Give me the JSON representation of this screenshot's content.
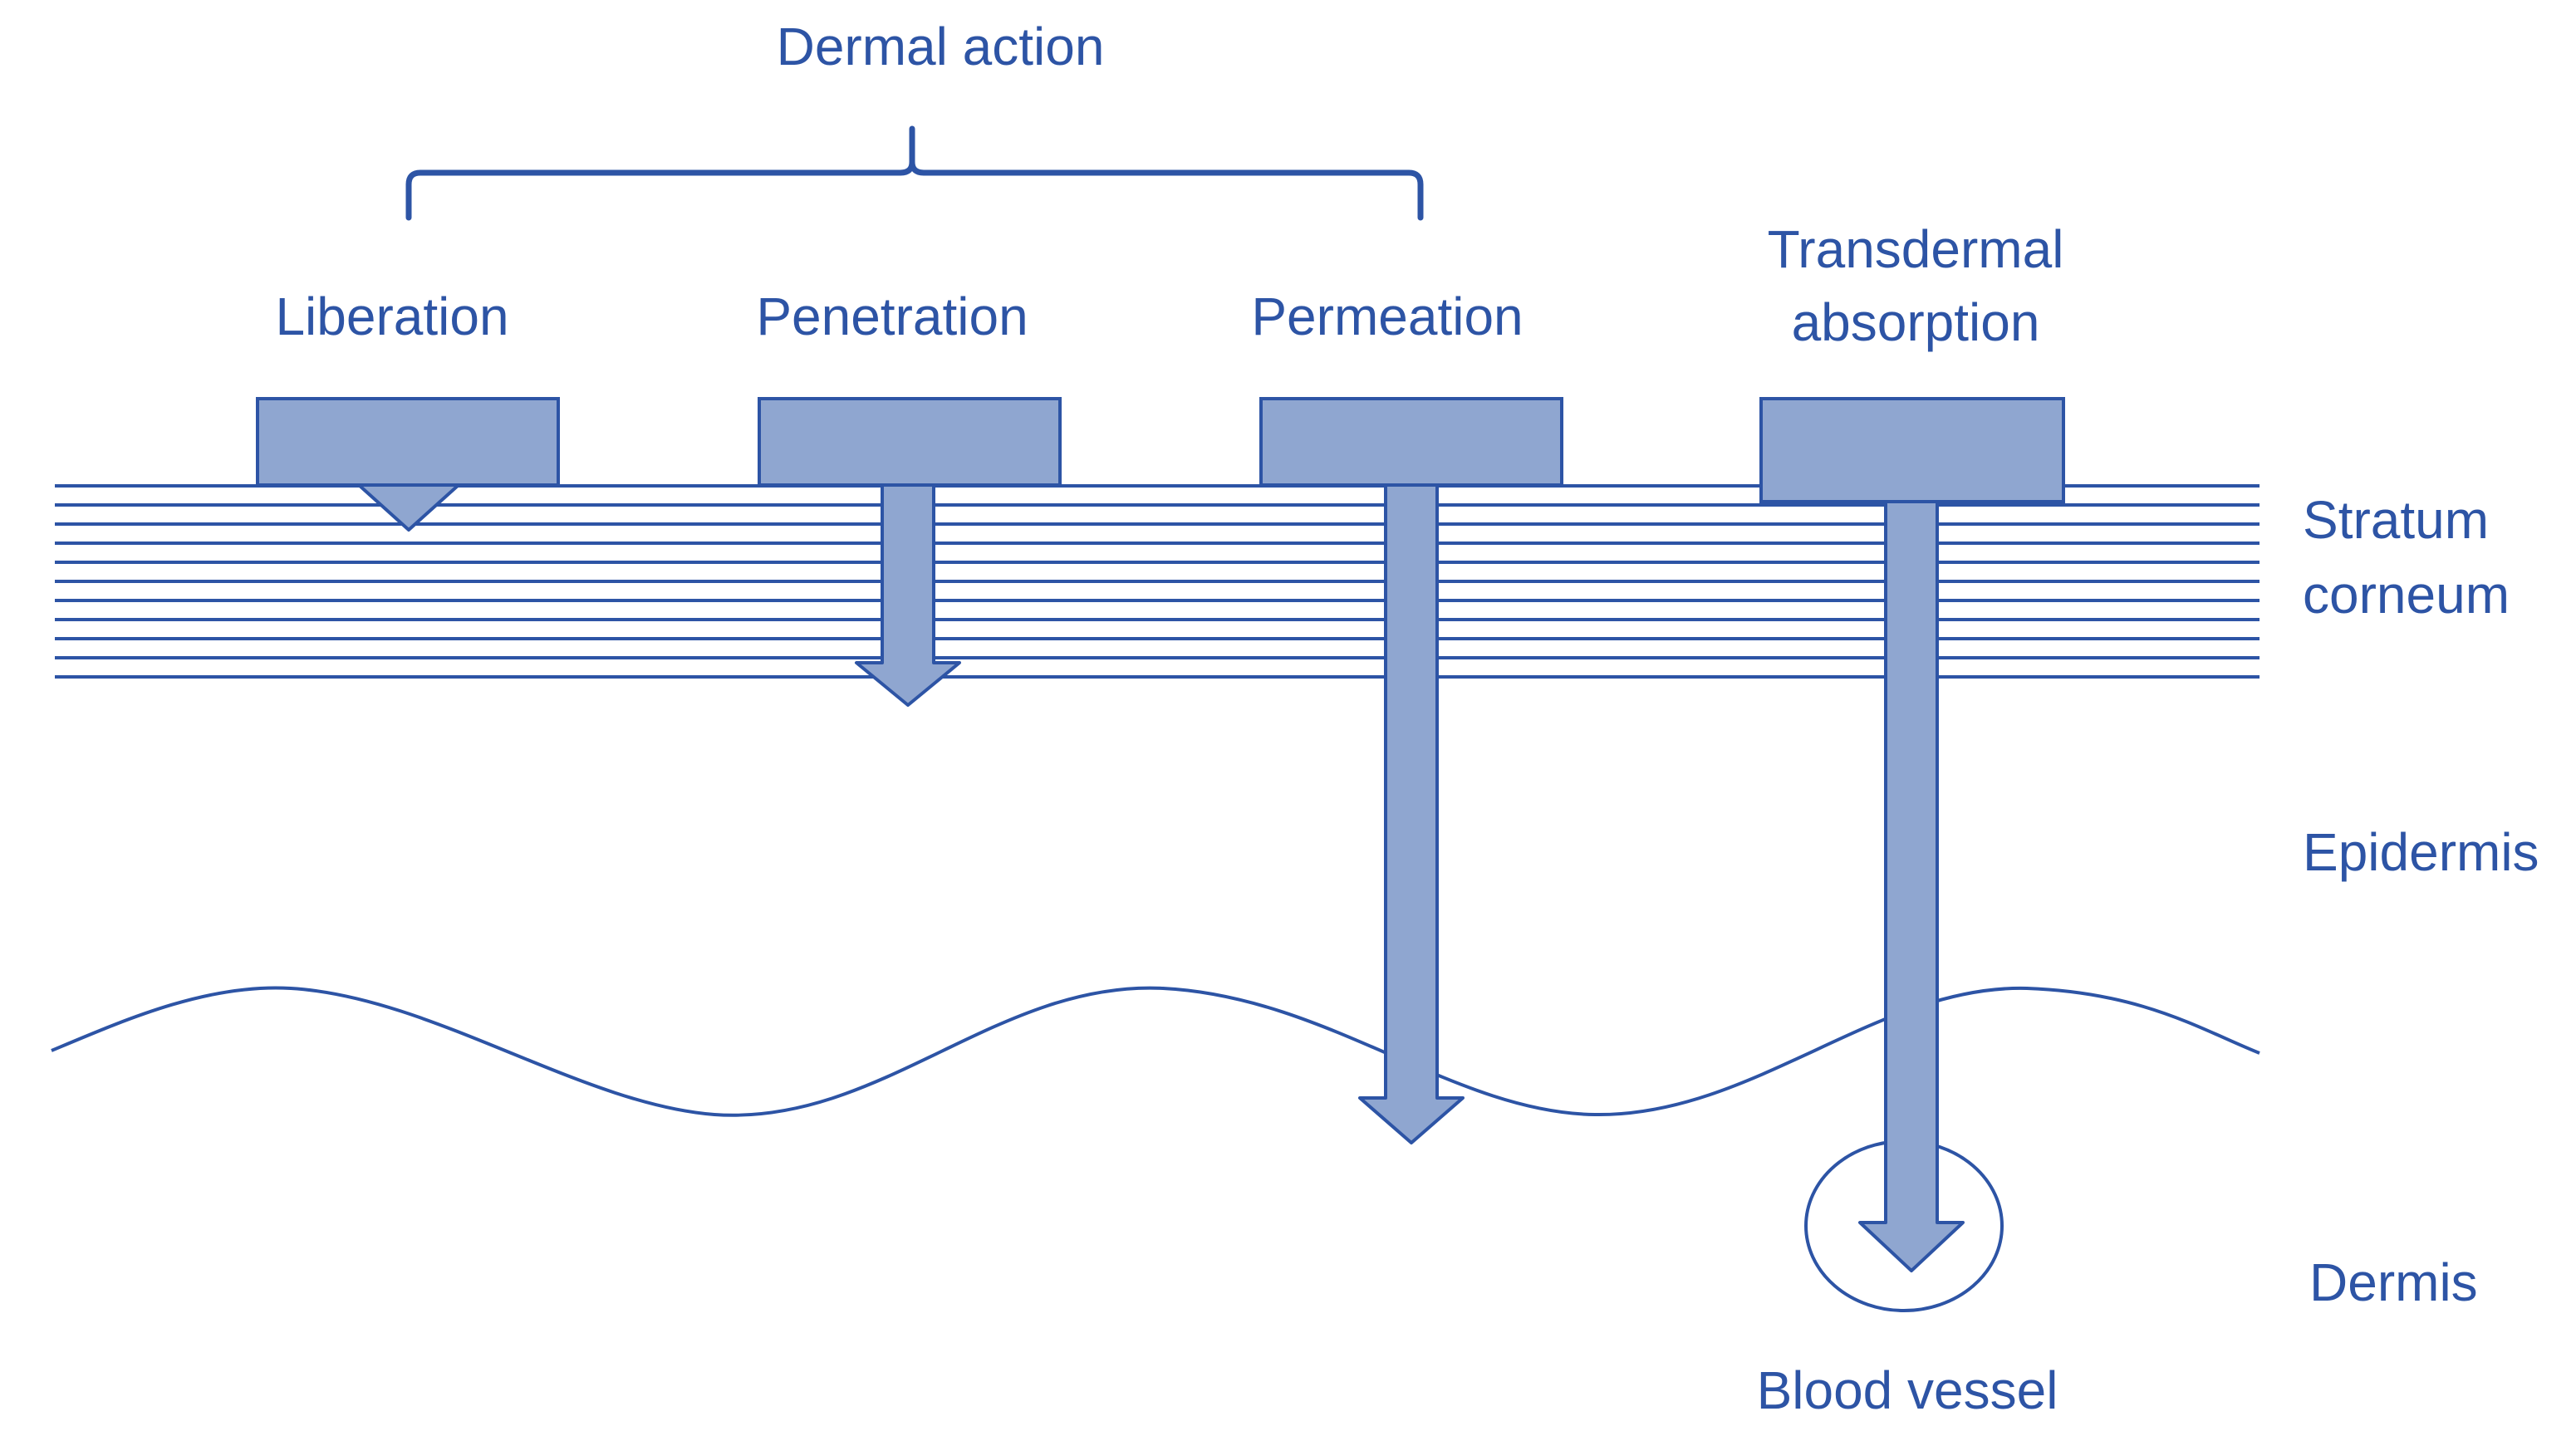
{
  "title": "Dermal action",
  "stages": [
    {
      "label": "Liberation"
    },
    {
      "label": "Penetration"
    },
    {
      "label": "Permeation"
    },
    {
      "label_lines": [
        "Transdermal",
        "absorption"
      ]
    }
  ],
  "layers": {
    "stratum_corneum": [
      "Stratum",
      "corneum"
    ],
    "epidermis": "Epidermis",
    "dermis": "Dermis"
  },
  "blood_vessel": "Blood vessel",
  "colors": {
    "line": "#2d54a5",
    "fill": "#8fa6d0",
    "text": "#2d54a5",
    "background": "#ffffff"
  }
}
